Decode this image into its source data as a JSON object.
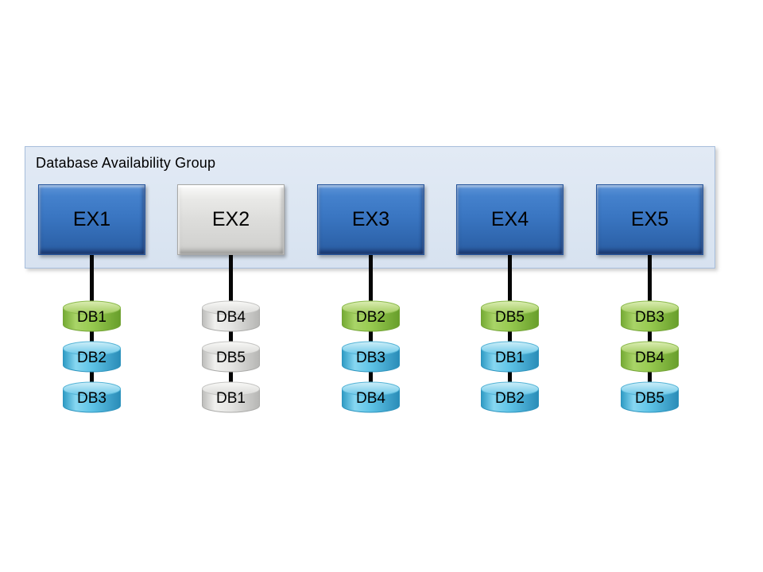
{
  "diagram": {
    "title": "Database Availability Group",
    "colors": {
      "container_fill": "#dce6f2",
      "container_border": "#a7bedc",
      "server_blue": "#3a76c2",
      "server_gray": "#dddddb",
      "db_green": "#97ca50",
      "db_blue": "#5ec3e6",
      "db_gray": "#e4e4e2",
      "connector_line": "#050505",
      "background": "#ffffff"
    },
    "columns": [
      {
        "server": {
          "label": "EX1",
          "variant": "blue"
        },
        "databases": [
          {
            "label": "DB1",
            "variant": "green"
          },
          {
            "label": "DB2",
            "variant": "blue"
          },
          {
            "label": "DB3",
            "variant": "blue"
          }
        ]
      },
      {
        "server": {
          "label": "EX2",
          "variant": "gray"
        },
        "databases": [
          {
            "label": "DB4",
            "variant": "gray"
          },
          {
            "label": "DB5",
            "variant": "gray"
          },
          {
            "label": "DB1",
            "variant": "gray"
          }
        ]
      },
      {
        "server": {
          "label": "EX3",
          "variant": "blue"
        },
        "databases": [
          {
            "label": "DB2",
            "variant": "green"
          },
          {
            "label": "DB3",
            "variant": "blue"
          },
          {
            "label": "DB4",
            "variant": "blue"
          }
        ]
      },
      {
        "server": {
          "label": "EX4",
          "variant": "blue"
        },
        "databases": [
          {
            "label": "DB5",
            "variant": "green"
          },
          {
            "label": "DB1",
            "variant": "blue"
          },
          {
            "label": "DB2",
            "variant": "blue"
          }
        ]
      },
      {
        "server": {
          "label": "EX5",
          "variant": "blue"
        },
        "databases": [
          {
            "label": "DB3",
            "variant": "green"
          },
          {
            "label": "DB4",
            "variant": "green"
          },
          {
            "label": "DB5",
            "variant": "blue"
          }
        ]
      }
    ]
  }
}
